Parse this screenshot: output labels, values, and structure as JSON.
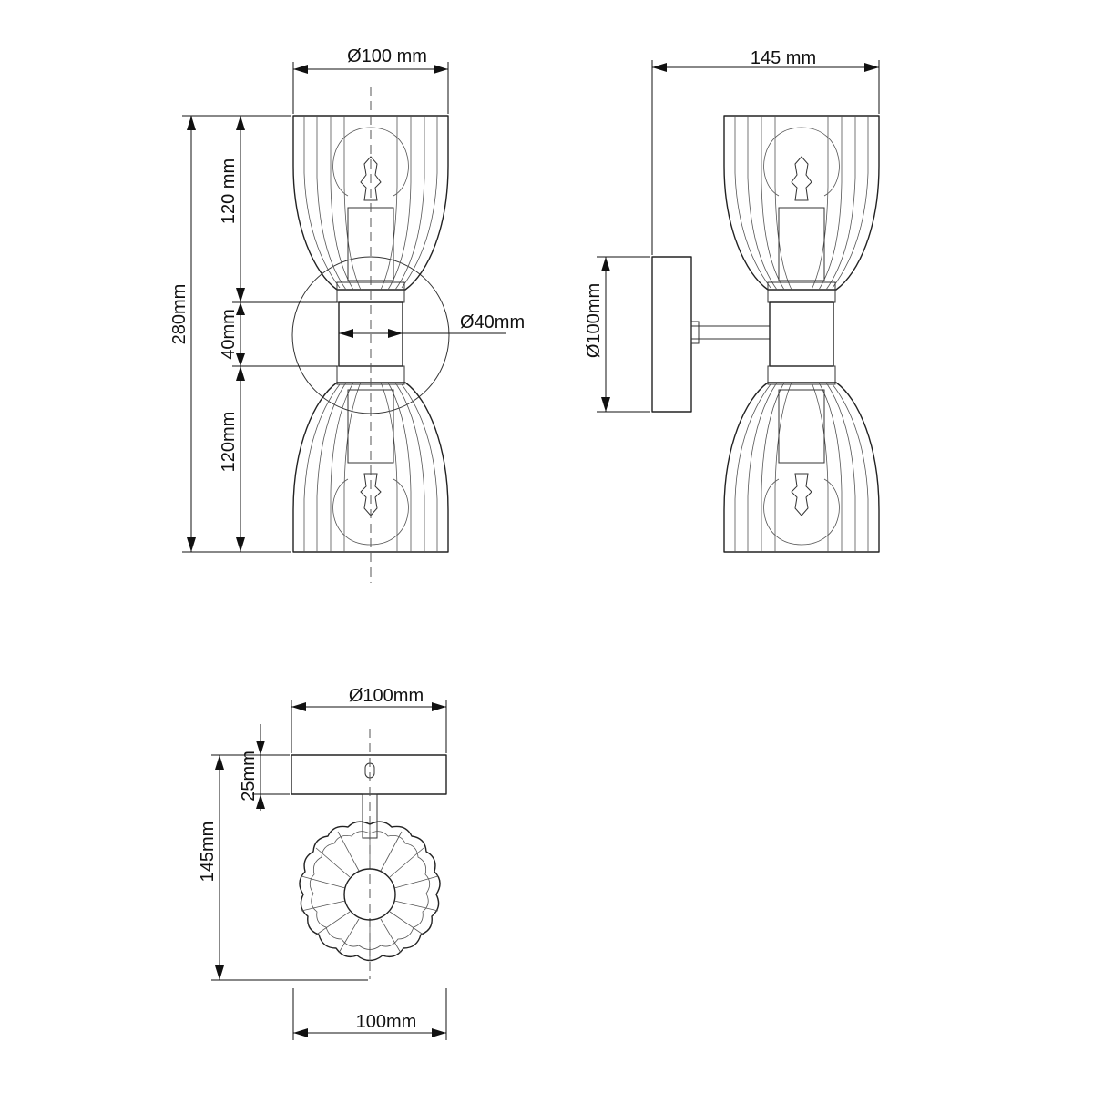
{
  "front_view": {
    "diameter_top": "Ø100 mm",
    "height_total": "280mm",
    "height_upper_shade": "120 mm",
    "height_center": "40mm",
    "height_lower_shade": "120mm",
    "center_diameter": "Ø40mm"
  },
  "side_view": {
    "depth": "145 mm",
    "base_diameter": "Ø100mm"
  },
  "top_view": {
    "diameter_top": "Ø100mm",
    "plate_thickness": "25mm",
    "depth": "145mm",
    "width_bottom": "100mm"
  },
  "colors": {
    "line": "#222222",
    "background": "#ffffff"
  }
}
